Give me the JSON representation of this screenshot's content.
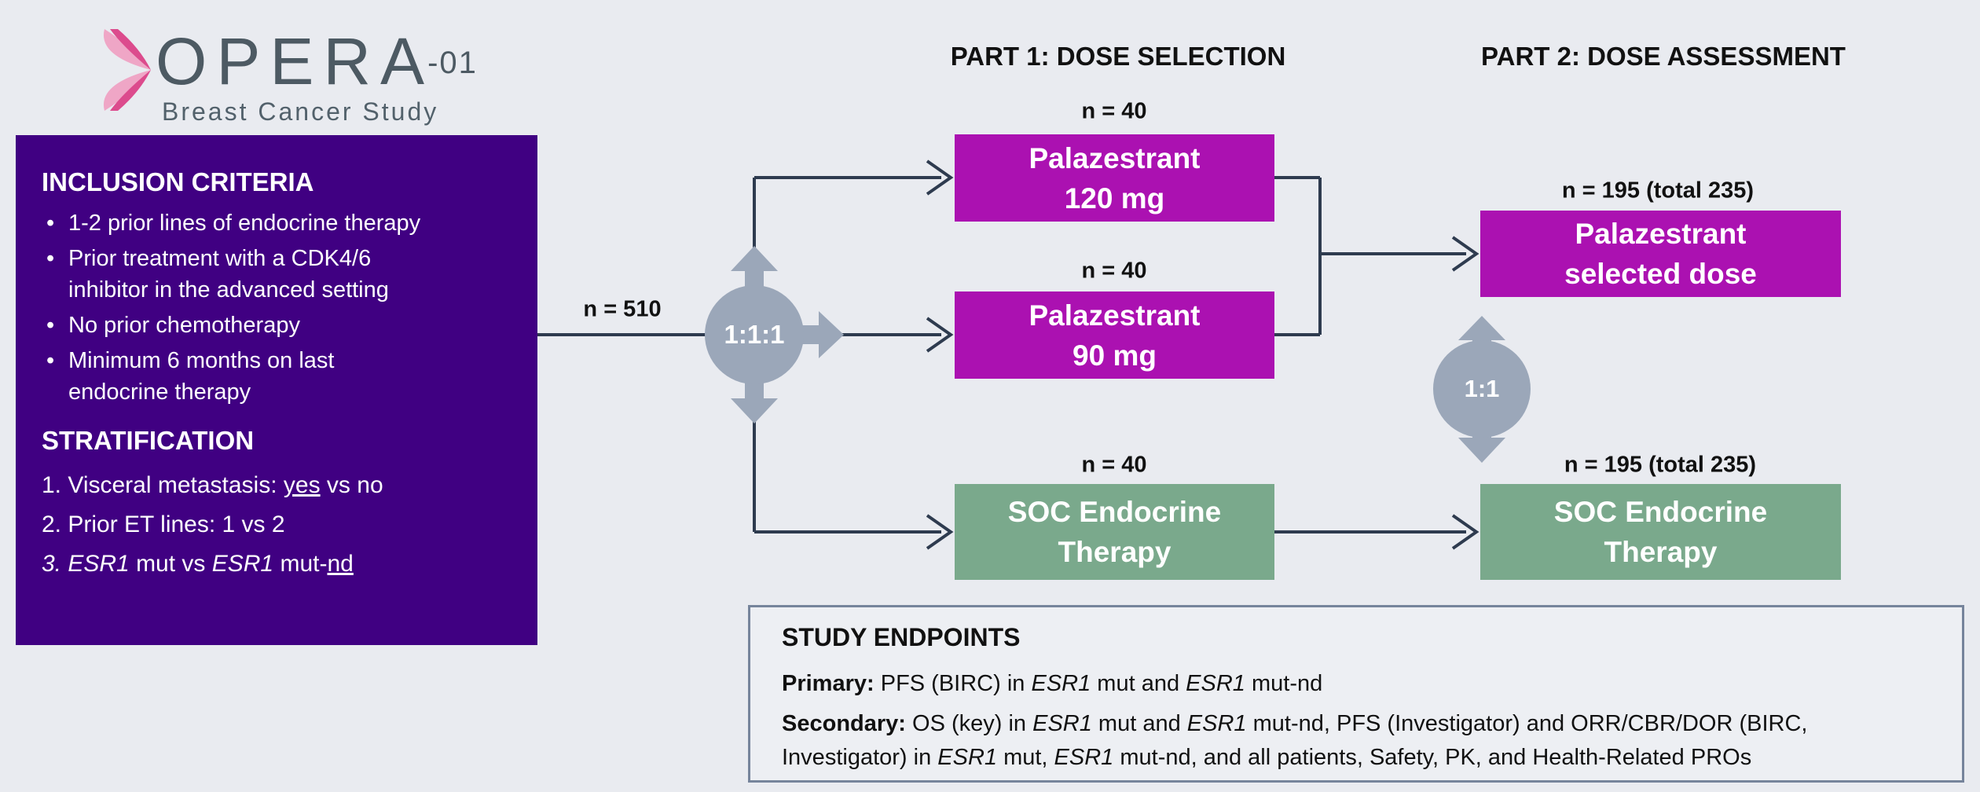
{
  "logo": {
    "title": "OPERA",
    "suffix": "-01",
    "subtitle": "Breast Cancer Study"
  },
  "headers": {
    "part1": "PART 1: DOSE SELECTION",
    "part2": "PART 2: DOSE ASSESSMENT"
  },
  "inclusion": {
    "heading": "INCLUSION CRITERIA",
    "bullet1_line1": "1-2 prior lines of endocrine therapy",
    "bullet2_line1": "Prior treatment with a CDK4/6",
    "bullet2_line2": "inhibitor in the advanced setting",
    "bullet3_line1": "No prior chemotherapy",
    "bullet4_line1": "Minimum 6 months on last",
    "bullet4_line2": "endocrine therapy"
  },
  "stratification": {
    "heading": "STRATIFICATION",
    "item1": {
      "pre": "1. Visceral metastasis: ",
      "underlined": "yes",
      "post": " vs no"
    },
    "item2": "2. Prior ET lines: 1 vs 2",
    "item3": {
      "num": "3. ",
      "gene1": "ESR1",
      "mid": " mut vs ",
      "gene2": "ESR1",
      "tail": " mut-",
      "underlined": "nd"
    }
  },
  "flow": {
    "n_entry": "n = 510",
    "ratio_part1": "1:1:1",
    "ratio_part2": "1:1",
    "arm1": {
      "n": "n = 40",
      "line1": "Palazestrant",
      "line2": "120 mg"
    },
    "arm2": {
      "n": "n = 40",
      "line1": "Palazestrant",
      "line2": "90 mg"
    },
    "arm3": {
      "n": "n = 40",
      "line1": "SOC Endocrine",
      "line2": "Therapy"
    },
    "part2_arm1": {
      "n": "n = 195 (total 235)",
      "line1": "Palazestrant",
      "line2": "selected dose"
    },
    "part2_arm2": {
      "n": "n = 195 (total 235)",
      "line1": "SOC Endocrine",
      "line2": "Therapy"
    }
  },
  "endpoints": {
    "heading": "STUDY ENDPOINTS",
    "primary": {
      "label": "Primary:",
      "t1": " PFS (BIRC) in ",
      "g1": "ESR1",
      "t2": " mut and ",
      "g2": "ESR1",
      "t3": " mut-nd"
    },
    "secondary": {
      "label": "Secondary:",
      "t1": " OS (key) in ",
      "g1": "ESR1",
      "t2": " mut and ",
      "g2": "ESR1",
      "t3": " mut-nd, PFS (Investigator) and ORR/CBR/DOR (BIRC, Investigator) in ",
      "g3": "ESR1",
      "t4": " mut, ",
      "g4": "ESR1",
      "t5": " mut-nd, and all patients, Safety, PK, and Health-Related PROs"
    }
  },
  "colors": {
    "accent_magenta": "#ab11b1",
    "accent_green": "#7aa98c",
    "accent_purple": "#400082",
    "connector_navy": "#2e3b4f",
    "ratio_gray": "#9ba7b9",
    "pink_light": "#efa6c6",
    "pink_dark": "#dc4b8d",
    "page_bg": "#e9ebf0"
  }
}
